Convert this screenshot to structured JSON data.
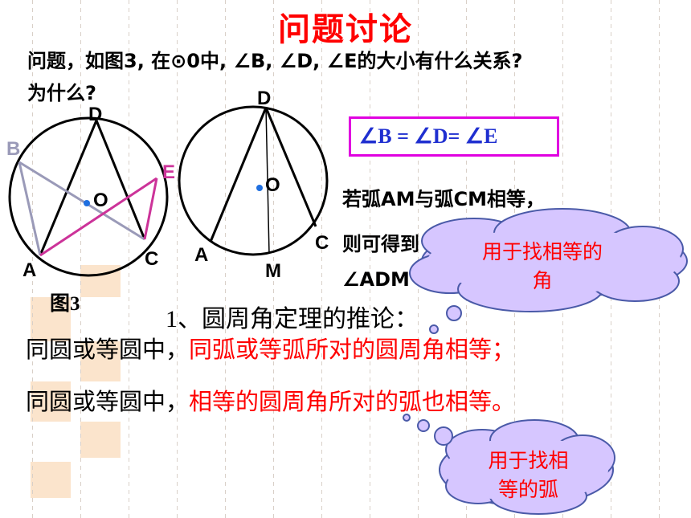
{
  "title": "问题讨论",
  "question": {
    "line1": "问题，如图3, 在⊙0中, ∠B, ∠D, ∠E的大小有什么关系?",
    "line2": "为什么?"
  },
  "figure1": {
    "labels": {
      "B": "B",
      "D": "D",
      "E": "E",
      "O": "O",
      "A": "A",
      "C": "C"
    },
    "caption": "图3"
  },
  "figure2": {
    "labels": {
      "D": "D",
      "O": "O",
      "A": "A",
      "C": "C",
      "M": "M"
    }
  },
  "equation": "∠B = ∠D= ∠E",
  "remark": {
    "line1": "若弧AM与弧CM相等，",
    "line2": "则可得到",
    "line3": "∠ADM"
  },
  "corollary_title": "1、圆周角定理的推论：",
  "corollary": {
    "line1_prefix": "同圆或等圆中，",
    "line1_red": "同弧或等弧所对的圆周角相等；",
    "line2_prefix": "同圆或等圆中，",
    "line2_red": "相等的圆周角所对的弧也相等。"
  },
  "cloud1": {
    "line1": "用于找相等的",
    "line2": "角"
  },
  "cloud2": {
    "line1": "用于找相",
    "line2": "等的弧"
  },
  "colors": {
    "title": "#ff0000",
    "accent_red": "#ff0000",
    "equation_blue": "#1f2fd0",
    "box_border": "#e000e0",
    "cloud_fill": "#d6c6ff"
  }
}
